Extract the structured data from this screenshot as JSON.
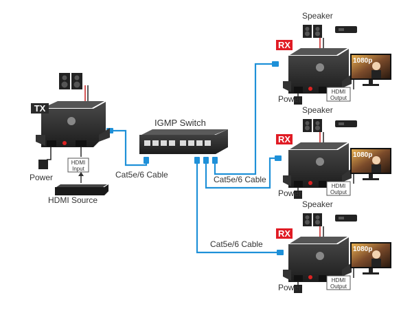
{
  "tx": {
    "badge": "TX",
    "power_label": "Power",
    "hdmi_input_line1": "HDMI",
    "hdmi_input_line2": "Input",
    "source_label": "HDMI Source"
  },
  "switch": {
    "label": "IGMP Switch"
  },
  "cables": {
    "tx_cable_label": "Cat5e/6 Cable",
    "rx2_cable_label": "Cat5e/6 Cable",
    "rx3_cable_label": "Cat5e/6 Cable"
  },
  "receivers": [
    {
      "badge": "RX",
      "speaker_label": "Speaker",
      "power_label": "Power",
      "output_line1": "HDMI",
      "output_line2": "Output",
      "monitor_text": "1080p"
    },
    {
      "badge": "RX",
      "speaker_label": "Speaker",
      "power_label": "Power",
      "output_line1": "HDMI",
      "output_line2": "Output",
      "monitor_text": "1080p"
    },
    {
      "badge": "RX",
      "speaker_label": "Speaker",
      "power_label": "Power",
      "output_line1": "HDMI",
      "output_line2": "Output",
      "monitor_text": "1080p"
    }
  ],
  "colors": {
    "cable": "#1e90d8",
    "badge_tx": "#2b2b2b",
    "badge_rx": "#e01b24",
    "device": "#2a2a2a",
    "text": "#333333"
  }
}
